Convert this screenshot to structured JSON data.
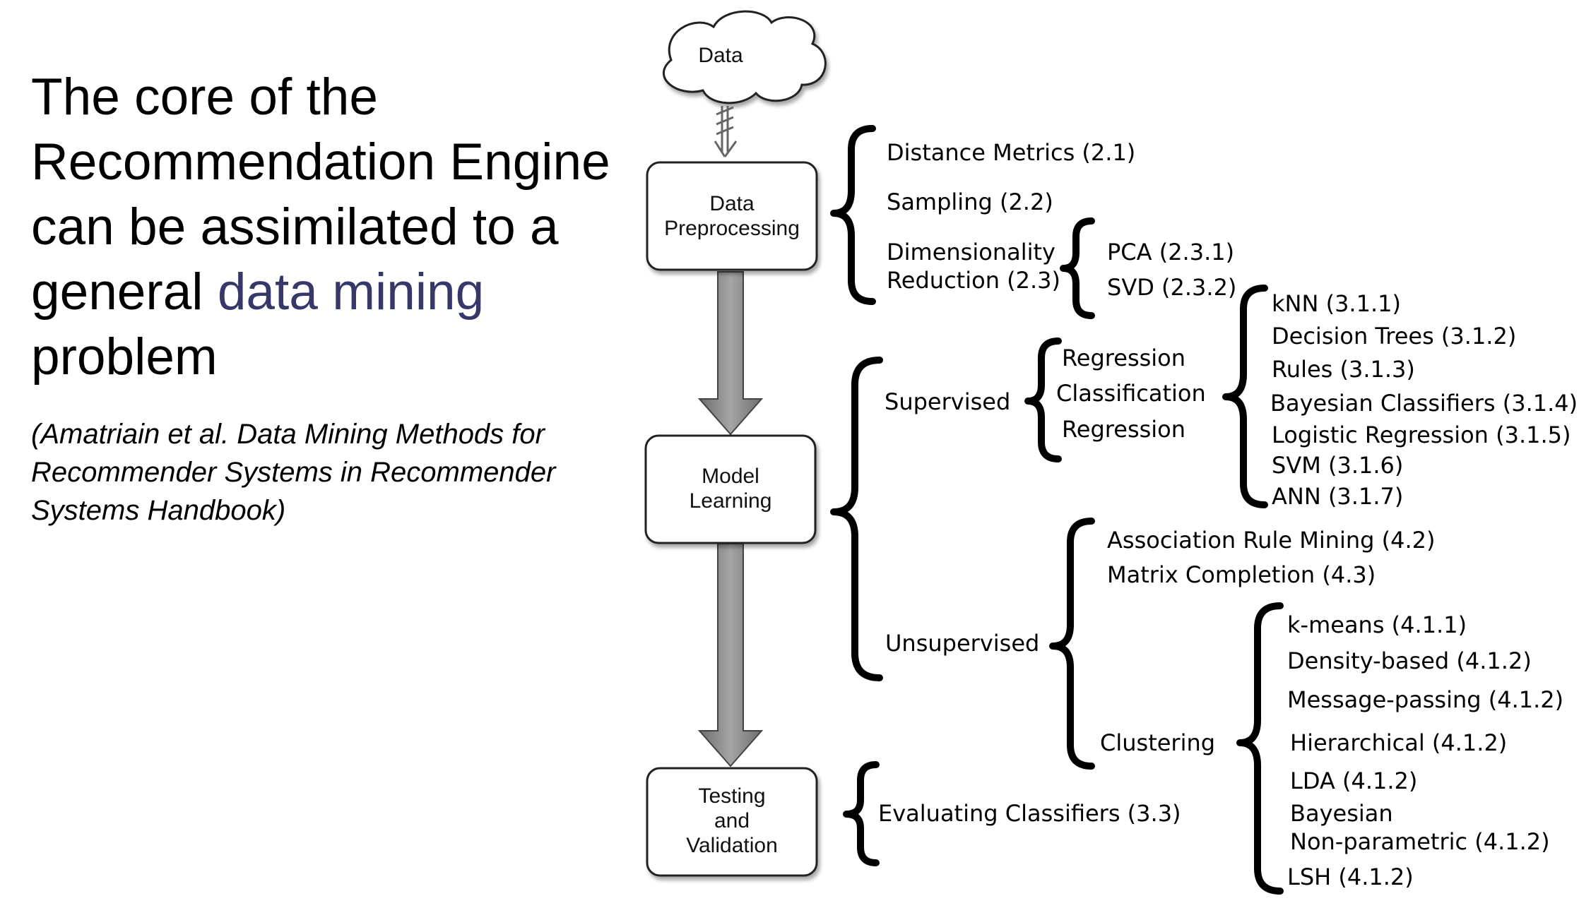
{
  "title": {
    "before": "The core of the Recommendation Engine can be assimilated to a general",
    "highlight": "data mining",
    "after": "problem"
  },
  "citation": "(Amatriain et al. Data Mining Methods for Recommender Systems in Recommender Systems Handbook)",
  "colors": {
    "highlight": "#363869",
    "box_border": "#222222",
    "arrow_fill": "#888888"
  },
  "diagram": {
    "data": "Data",
    "stages": {
      "preprocessing": [
        "Data",
        "Preprocessing"
      ],
      "learning": [
        "Model",
        "Learning"
      ],
      "validation": [
        "Testing",
        "and",
        "Validation"
      ]
    },
    "preprocessing": {
      "distance": "Distance Metrics (2.1)",
      "sampling": "Sampling (2.2)",
      "dimred": [
        "Dimensionality",
        "Reduction (2.3)"
      ],
      "pca": "PCA (2.3.1)",
      "svd": "SVD (2.3.2)"
    },
    "learning": {
      "supervised": "Supervised",
      "sup_types": [
        "Regression",
        "Classification",
        "Regression"
      ],
      "classifiers": [
        "kNN (3.1.1)",
        "Decision Trees (3.1.2)",
        "Rules (3.1.3)",
        "Bayesian Classifiers (3.1.4)",
        "Logistic Regression (3.1.5)",
        "SVM (3.1.6)",
        "ANN (3.1.7)"
      ],
      "unsupervised": "Unsupervised",
      "assoc": "Association Rule Mining (4.2)",
      "matrix": "Matrix Completion (4.3)",
      "clustering": "Clustering",
      "cluster_methods": [
        "k-means (4.1.1)",
        "Density-based (4.1.2)",
        "Message-passing (4.1.2)",
        "Hierarchical (4.1.2)",
        "LDA (4.1.2)",
        "Bayesian",
        "Non-parametric (4.1.2)",
        "LSH (4.1.2)"
      ]
    },
    "validation": {
      "eval": "Evaluating Classifiers (3.3)"
    }
  }
}
